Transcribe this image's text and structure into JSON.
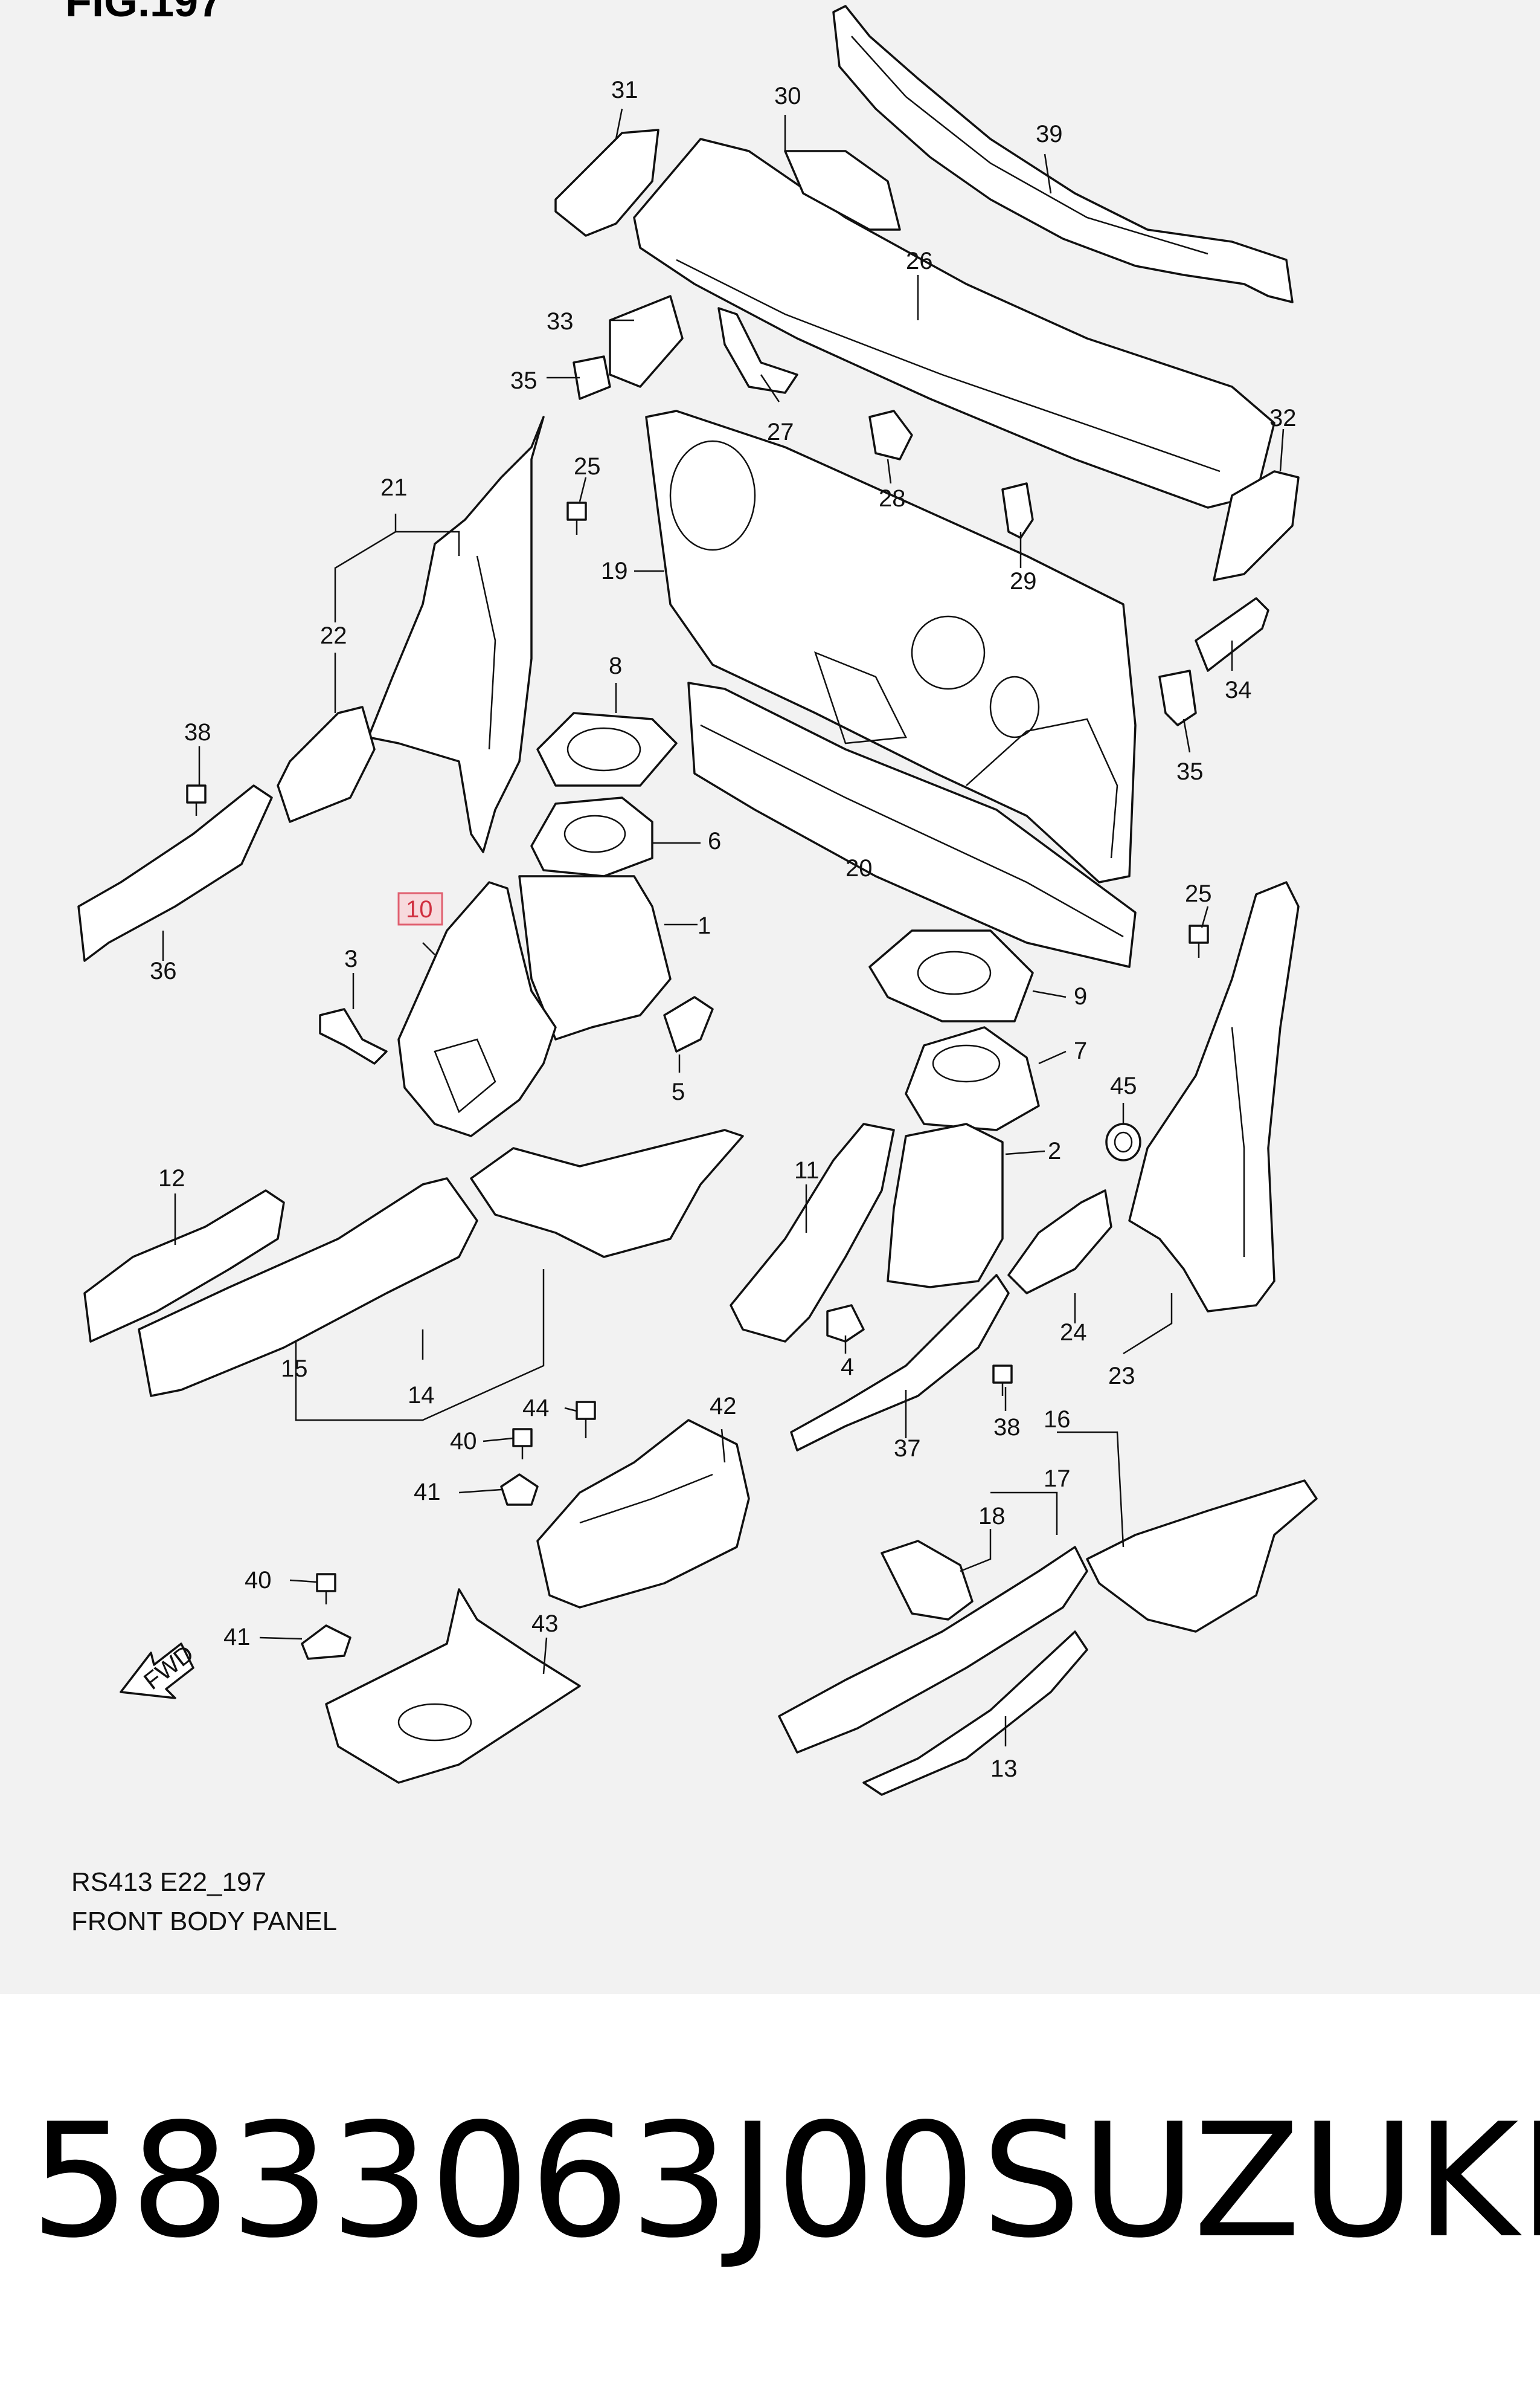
{
  "figure": {
    "title": "FIG.197",
    "code": "RS413 E22_197",
    "description": "FRONT BODY PANEL",
    "highlight_color": "#e06070"
  },
  "labels": [
    "1",
    "2",
    "3",
    "4",
    "5",
    "6",
    "7",
    "8",
    "9",
    "10",
    "11",
    "12",
    "13",
    "14",
    "15",
    "16",
    "17",
    "18",
    "19",
    "20",
    "21",
    "22",
    "23",
    "24",
    "25",
    "25",
    "26",
    "27",
    "28",
    "29",
    "30",
    "31",
    "32",
    "33",
    "34",
    "35",
    "35",
    "36",
    "37",
    "38",
    "38",
    "39",
    "40",
    "40",
    "41",
    "41",
    "42",
    "43",
    "44",
    "45"
  ],
  "fwd_label": "FWD",
  "footer": {
    "part_number": "5833063J00",
    "brand": "SUZUKI"
  }
}
